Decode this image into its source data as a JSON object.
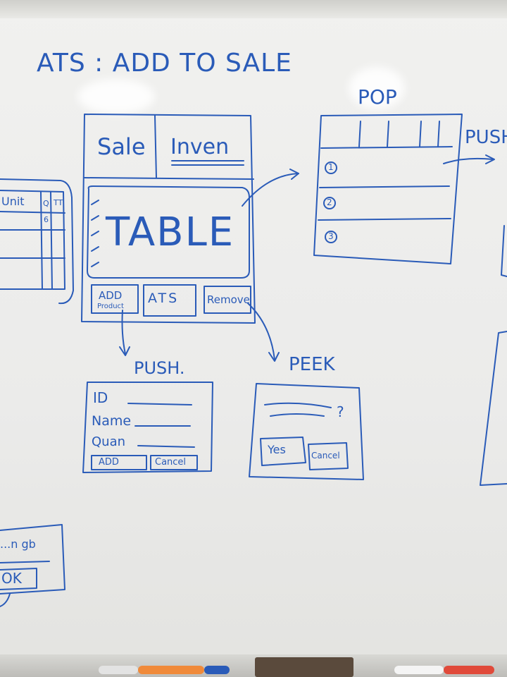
{
  "heading": "ATS : ADD TO SALE",
  "main_window": {
    "tabs": [
      "Sale",
      "Inven"
    ],
    "table_label": "TABLE",
    "buttons": [
      "ADD",
      "ATS",
      "Remove"
    ],
    "add_sublabel": "Product"
  },
  "pop_dialog": {
    "title": "POP",
    "rows": [
      "1",
      "2",
      "3"
    ],
    "side_label": "PUSH"
  },
  "push_dialog": {
    "title": "PUSH.",
    "fields": [
      "ID",
      "Name",
      "Quan"
    ],
    "buttons": [
      "ADD",
      "Cancel"
    ]
  },
  "peek_dialog": {
    "title": "PEEK",
    "question_mark": "?",
    "buttons": [
      "Yes",
      "Cancel"
    ]
  },
  "left_partial": {
    "column_labels": [
      "Unit",
      "Q",
      "TT"
    ],
    "cell_value": "6",
    "dialog_text": "...n gb",
    "ok_label": "OK"
  },
  "colors": {
    "ink": "#2a5bb8",
    "board": "#eeeeec"
  }
}
